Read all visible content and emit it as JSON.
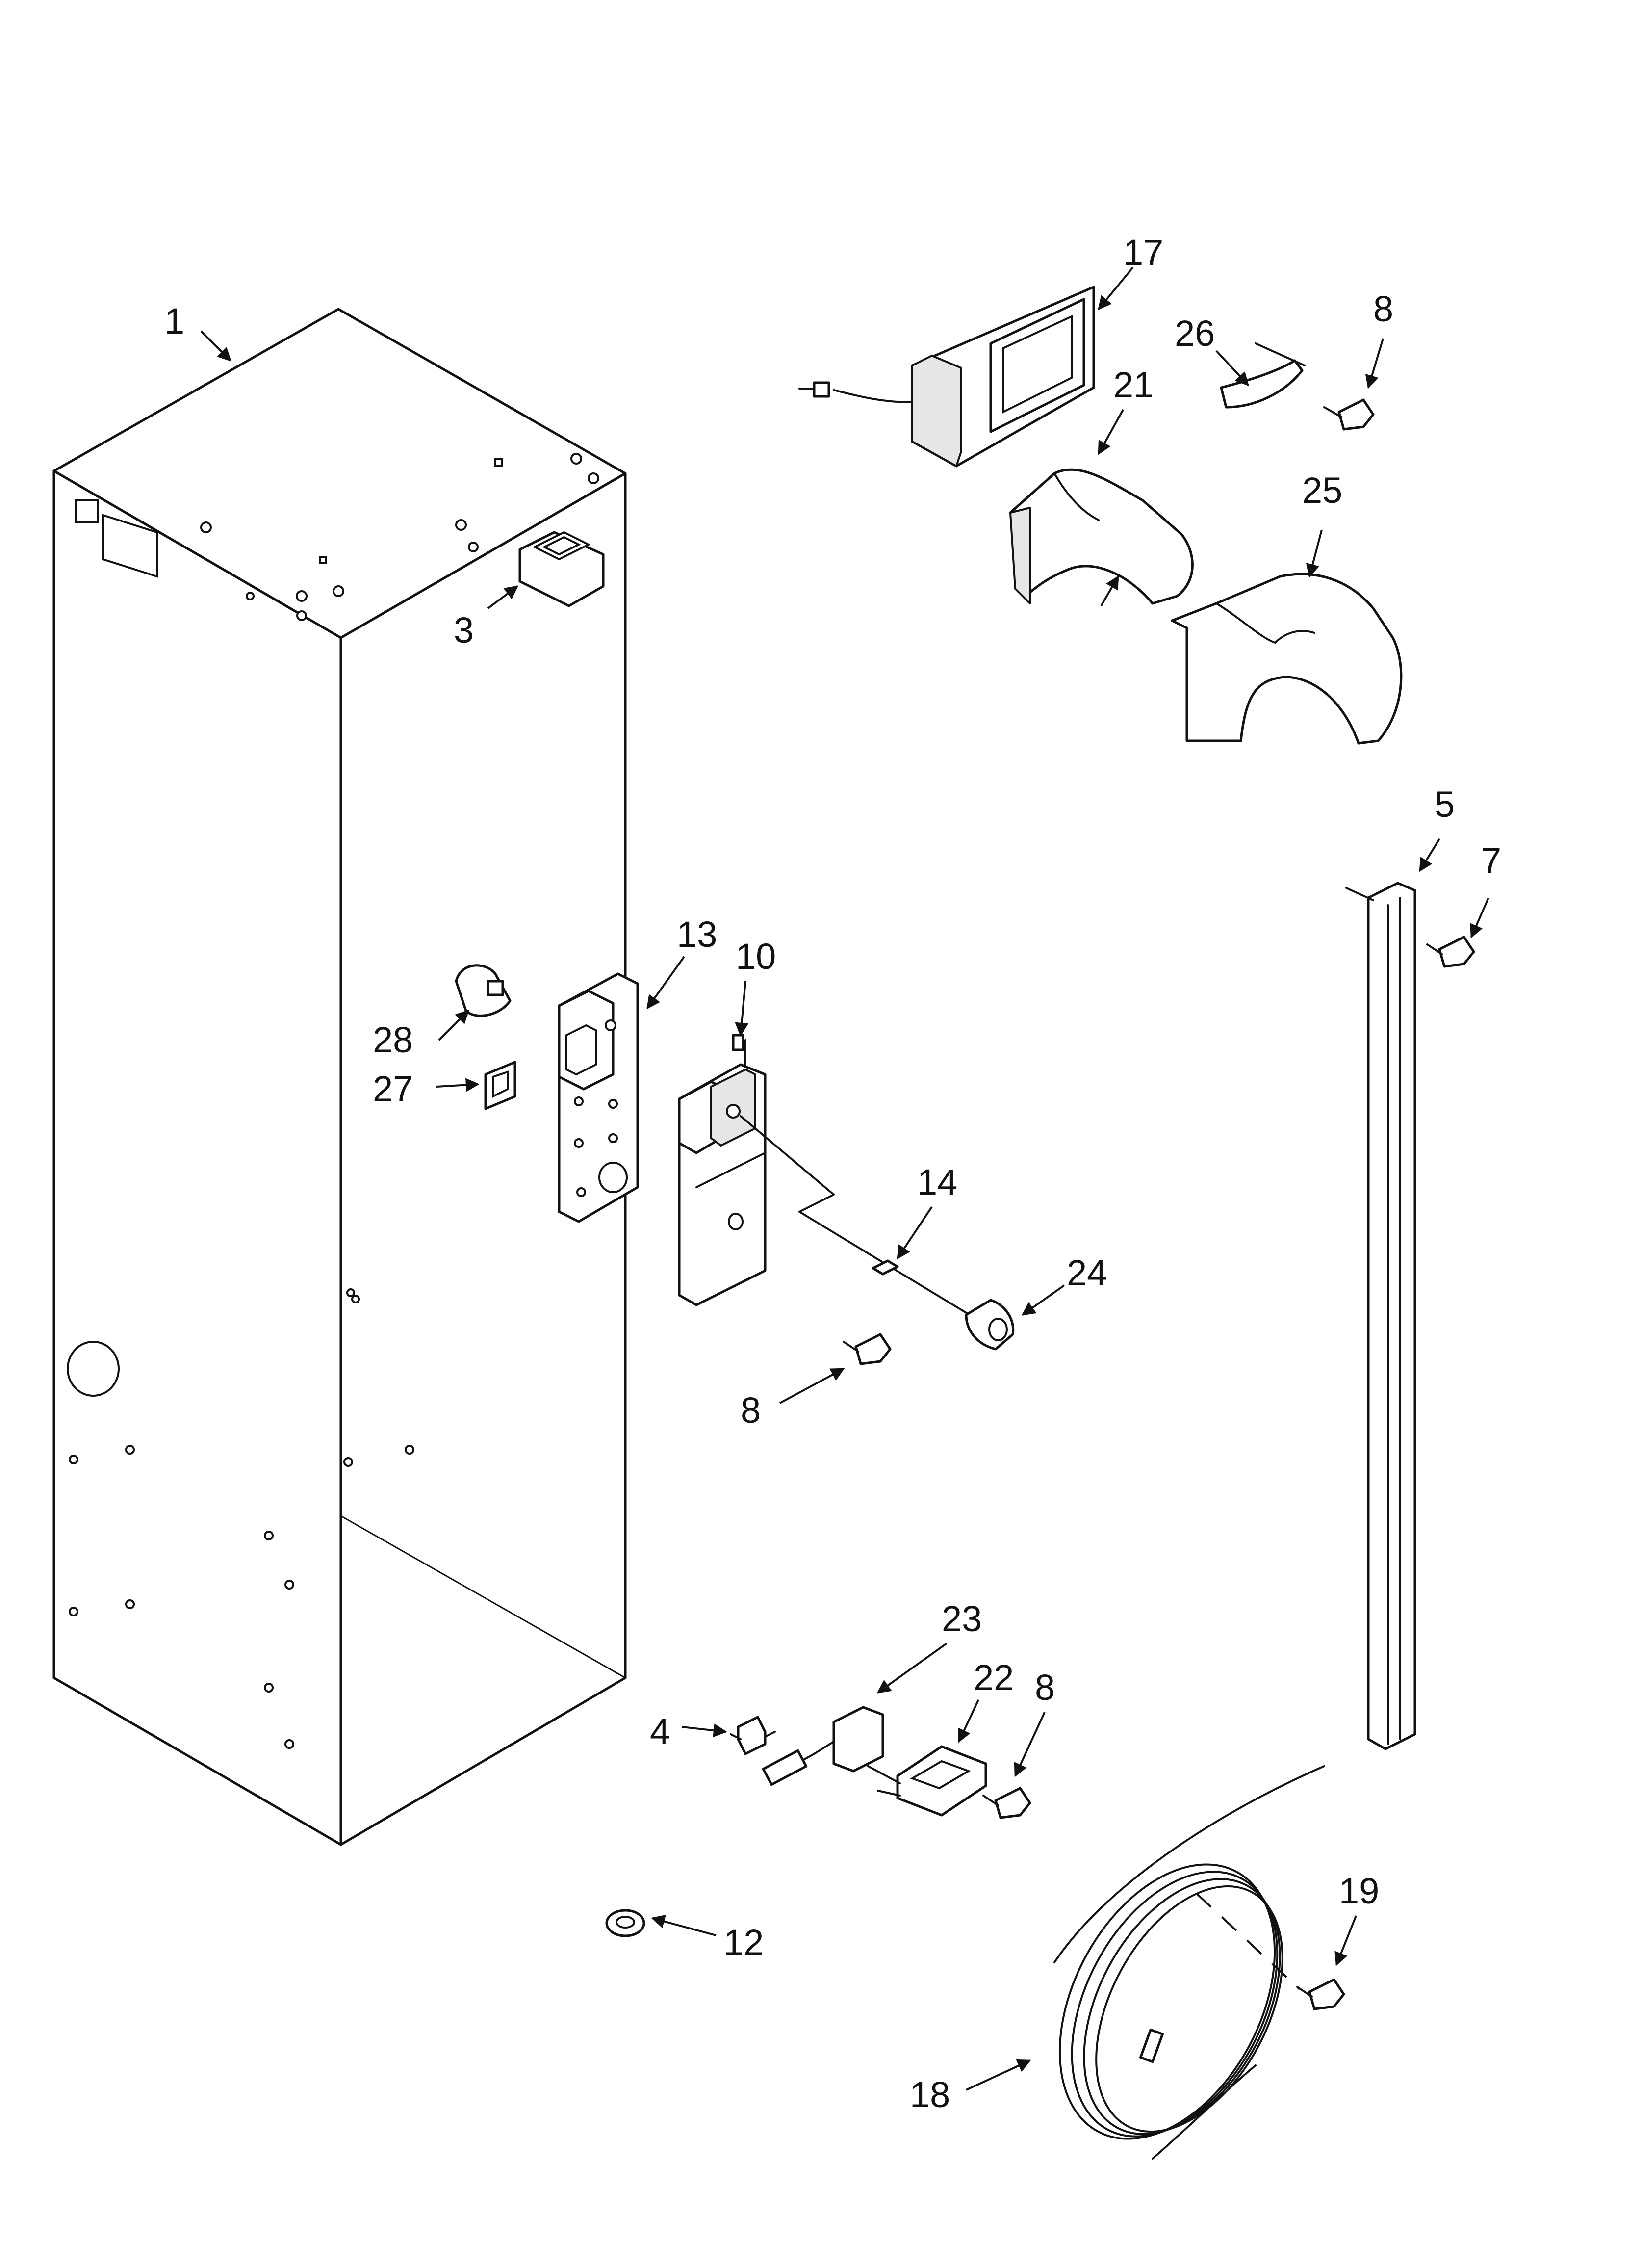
{
  "callouts": [
    {
      "id": "c1",
      "text": "1"
    },
    {
      "id": "c3",
      "text": "3"
    },
    {
      "id": "c4",
      "text": "4"
    },
    {
      "id": "c5",
      "text": "5"
    },
    {
      "id": "c7",
      "text": "7"
    },
    {
      "id": "c8a",
      "text": "8"
    },
    {
      "id": "c8b",
      "text": "8"
    },
    {
      "id": "c8c",
      "text": "8"
    },
    {
      "id": "c10",
      "text": "10"
    },
    {
      "id": "c12",
      "text": "12"
    },
    {
      "id": "c13",
      "text": "13"
    },
    {
      "id": "c14",
      "text": "14"
    },
    {
      "id": "c17",
      "text": "17"
    },
    {
      "id": "c18",
      "text": "18"
    },
    {
      "id": "c19",
      "text": "19"
    },
    {
      "id": "c21",
      "text": "21"
    },
    {
      "id": "c22",
      "text": "22"
    },
    {
      "id": "c23",
      "text": "23"
    },
    {
      "id": "c24",
      "text": "24"
    },
    {
      "id": "c25",
      "text": "25"
    },
    {
      "id": "c26",
      "text": "26"
    },
    {
      "id": "c27",
      "text": "27"
    },
    {
      "id": "c28",
      "text": "28"
    }
  ]
}
